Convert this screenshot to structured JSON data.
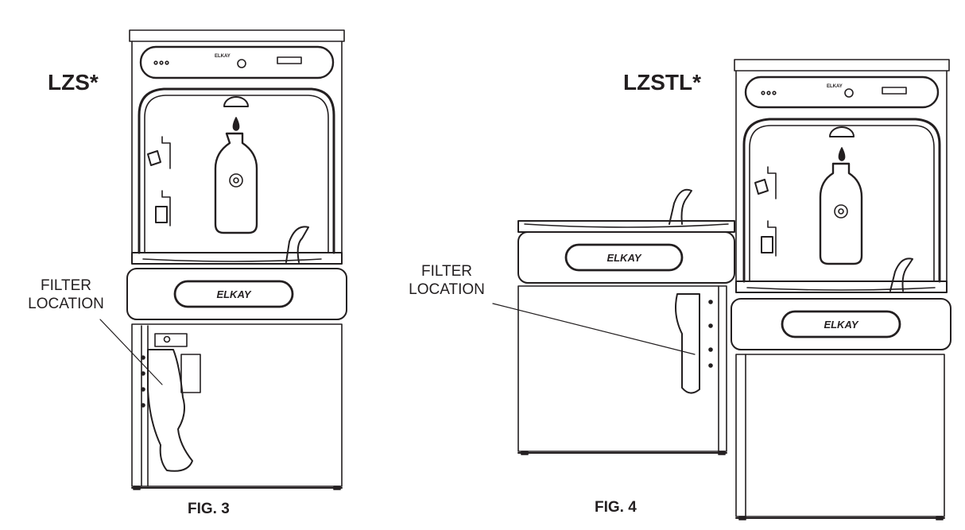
{
  "figures": [
    {
      "model_label": "LZS*",
      "callout": [
        "FILTER",
        "LOCATION"
      ],
      "caption": "FIG. 3",
      "logo_text": "ELKAY"
    },
    {
      "model_label": "LZSTL*",
      "callout": [
        "FILTER",
        "LOCATION"
      ],
      "caption": "FIG. 4",
      "logo_text": "ELKAY"
    }
  ],
  "colors": {
    "line": "#231f20",
    "background": "#ffffff"
  }
}
